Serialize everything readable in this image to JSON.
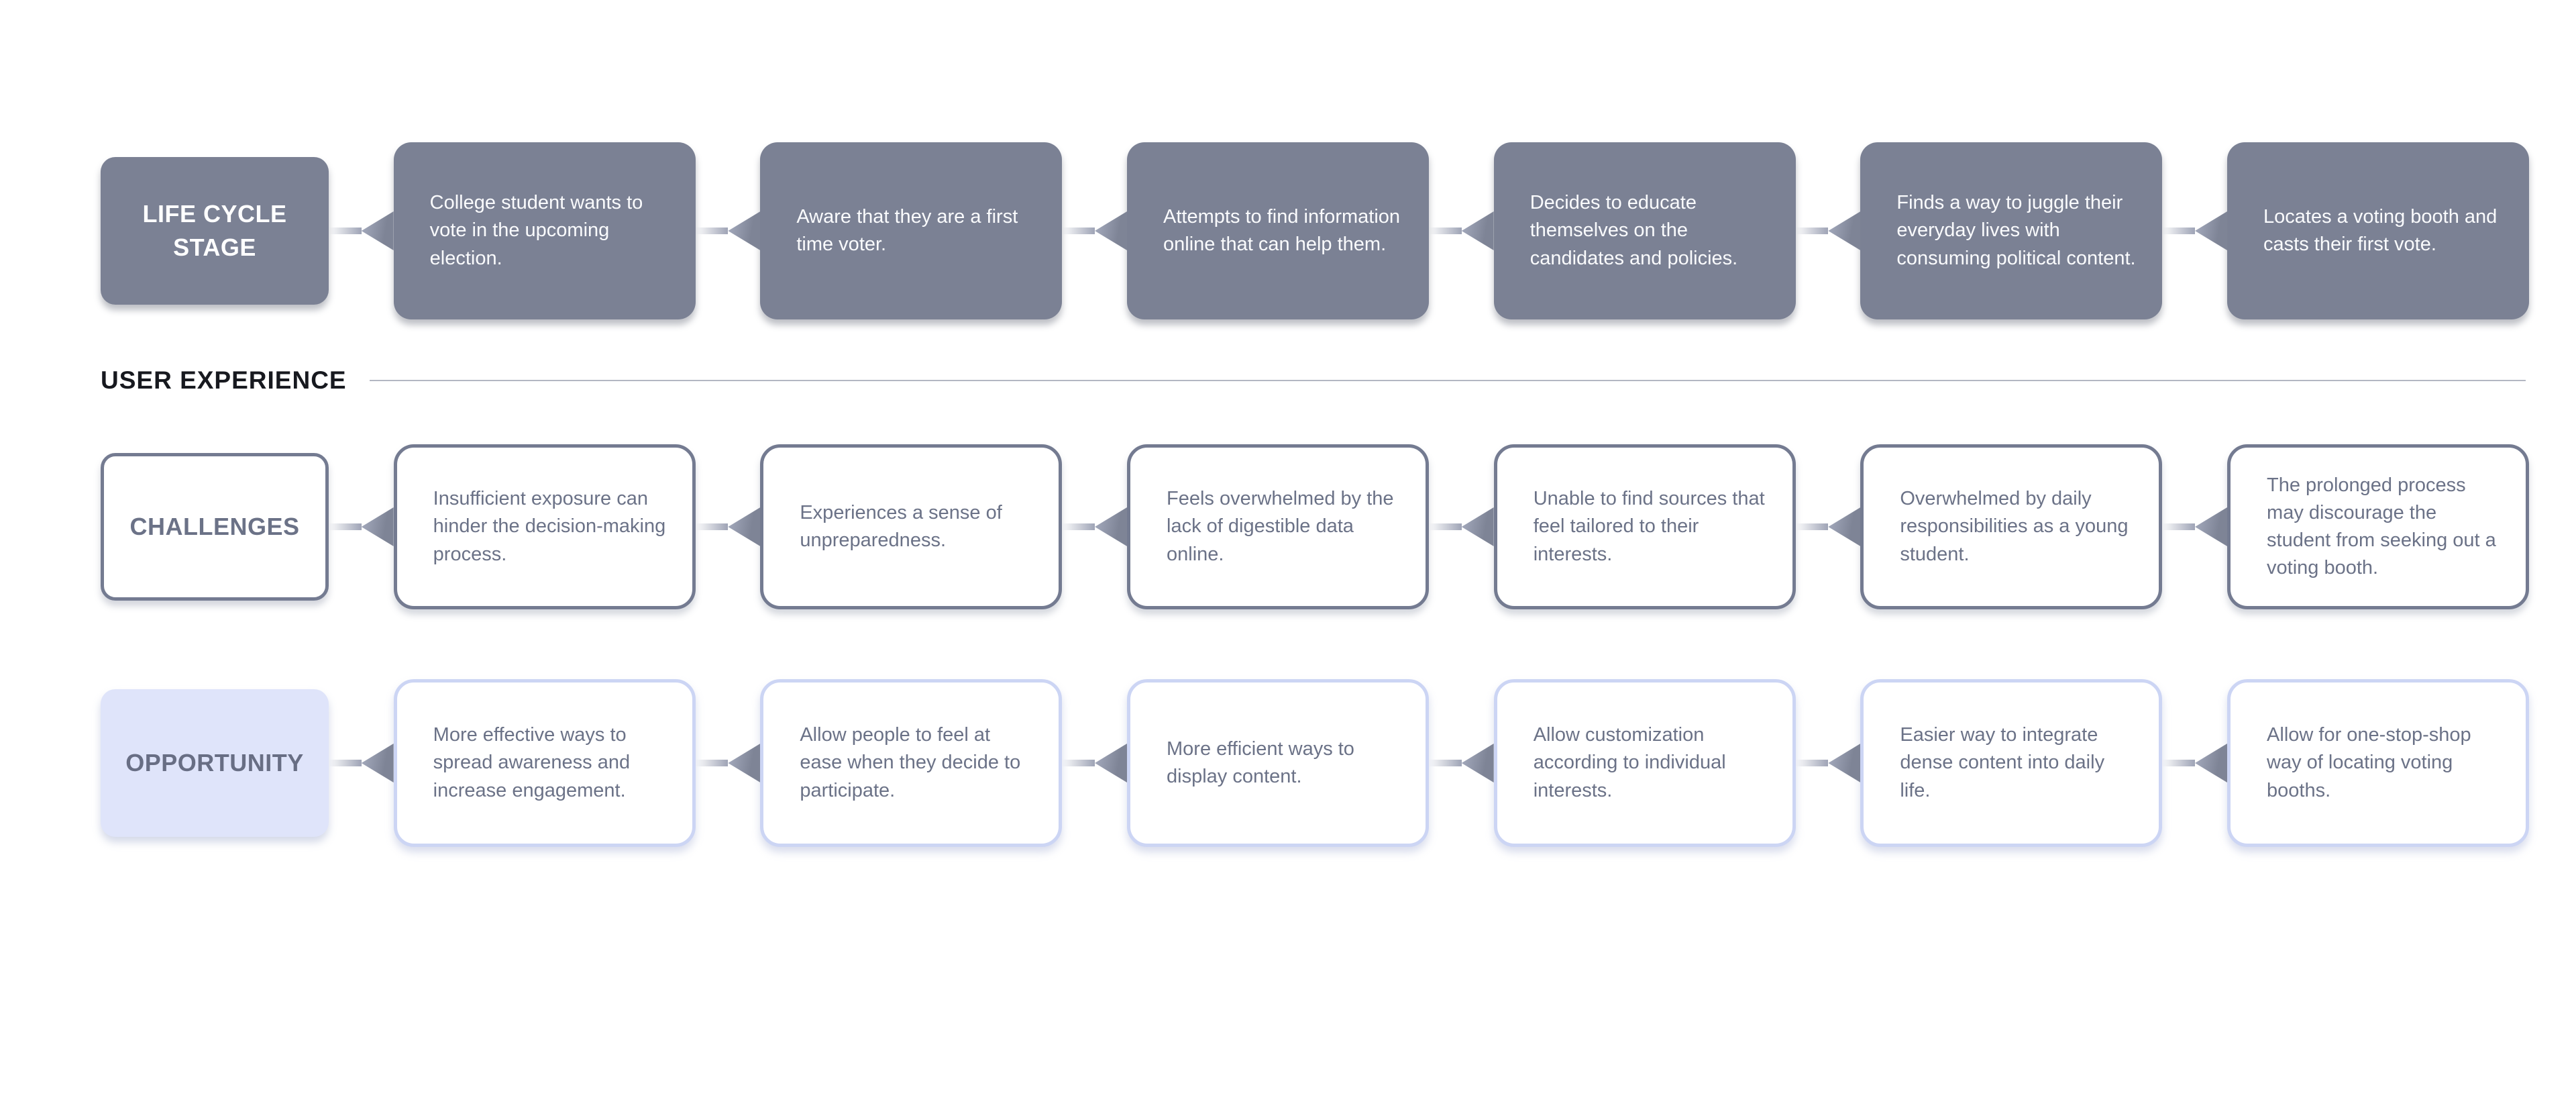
{
  "header": {
    "section_label": "USER EXPERIENCE"
  },
  "colors": {
    "dark_fill": "#7b8194",
    "dark_text": "#fafbfd",
    "outline_border": "#747b91",
    "muted_text": "#6b7287",
    "light_fill": "#dfe4fa",
    "light_border": "#ccd5f4",
    "arrow_dark": "#7e8496",
    "arrow_light": "#a7adc0",
    "rule": "#b3b7c2",
    "header_text": "#17191f"
  },
  "rows": [
    {
      "id": "life-cycle-stage",
      "label": "LIFE CYCLE STAGE",
      "cells": [
        "College student wants to vote in the upcoming election.",
        "Aware that they are a first time voter.",
        "Attempts to find information online that can help them.",
        "Decides to educate themselves on the candidates and policies.",
        "Finds a way to juggle their everyday lives with consuming political content.",
        "Locates a voting booth and casts their first vote."
      ]
    },
    {
      "id": "challenges",
      "label": "CHALLENGES",
      "cells": [
        "Insufficient exposure can hinder the decision-making process.",
        "Experiences a sense of unpreparedness.",
        "Feels overwhelmed by the lack of digestible data online.",
        "Unable to find sources that feel tailored to their interests.",
        "Overwhelmed by daily responsibilities as a young student.",
        "The prolonged process may discourage the student from seeking out a voting booth."
      ]
    },
    {
      "id": "opportunity",
      "label": "OPPORTUNITY",
      "cells": [
        "More effective ways to spread awareness and increase engagement.",
        "Allow people to feel at ease when they decide to participate.",
        "More efficient ways to display content.",
        "Allow customization according to individual interests.",
        "Easier way to integrate dense content into daily life.",
        "Allow for one-stop-shop way of locating voting booths."
      ]
    }
  ]
}
